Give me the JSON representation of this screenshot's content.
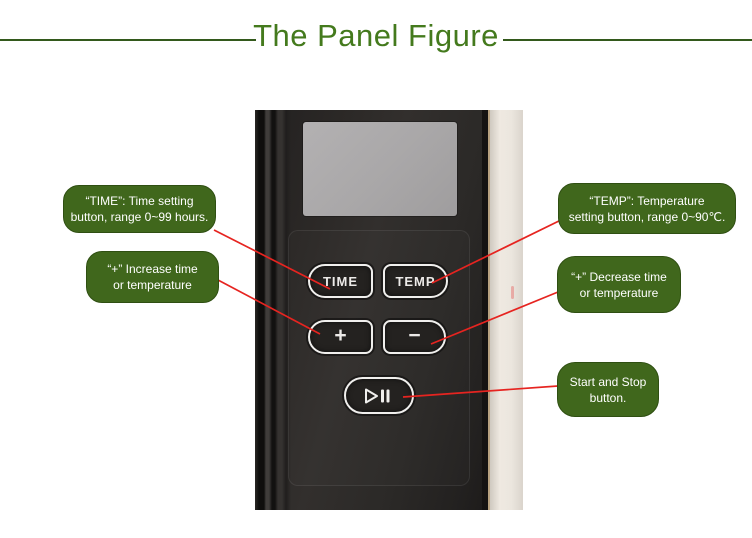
{
  "title": {
    "text": "The Panel Figure"
  },
  "colors": {
    "title_green": "#447a1d",
    "rule_green": "#33591c",
    "callout_green": "#40671c",
    "connector_red": "#e62420",
    "panel_dark": "#2b2927",
    "lcd_gray": "#a8a6a7",
    "cream_edge": "#e6e1d9"
  },
  "panel": {
    "display": {
      "name": "lcd-screen"
    },
    "buttons": {
      "time": {
        "label": "TIME"
      },
      "temp": {
        "label": "TEMP"
      },
      "increase": {
        "label": "+"
      },
      "decrease": {
        "label": "−"
      },
      "start_stop": {
        "icon": "play-pause-icon"
      }
    }
  },
  "callouts": [
    {
      "id": "time",
      "text": "“TIME”: Time setting button, range 0~99 hours.",
      "lines": [
        "“TIME”: Time setting",
        "button, range 0~99 hours."
      ]
    },
    {
      "id": "temp",
      "text": "“TEMP”: Temperature setting button, range 0~90℃.",
      "lines": [
        "“TEMP”: Temperature",
        "setting button, range 0~90℃."
      ]
    },
    {
      "id": "increase",
      "text": "“+” Increase time or temperature",
      "lines": [
        "“+” Increase time",
        "or temperature"
      ]
    },
    {
      "id": "decrease",
      "text": "“+” Decrease time or temperature",
      "lines": [
        "“+” Decrease time",
        "or temperature"
      ]
    },
    {
      "id": "start_stop",
      "text": "Start and Stop button.",
      "lines": [
        "Start and Stop",
        "button."
      ]
    }
  ]
}
